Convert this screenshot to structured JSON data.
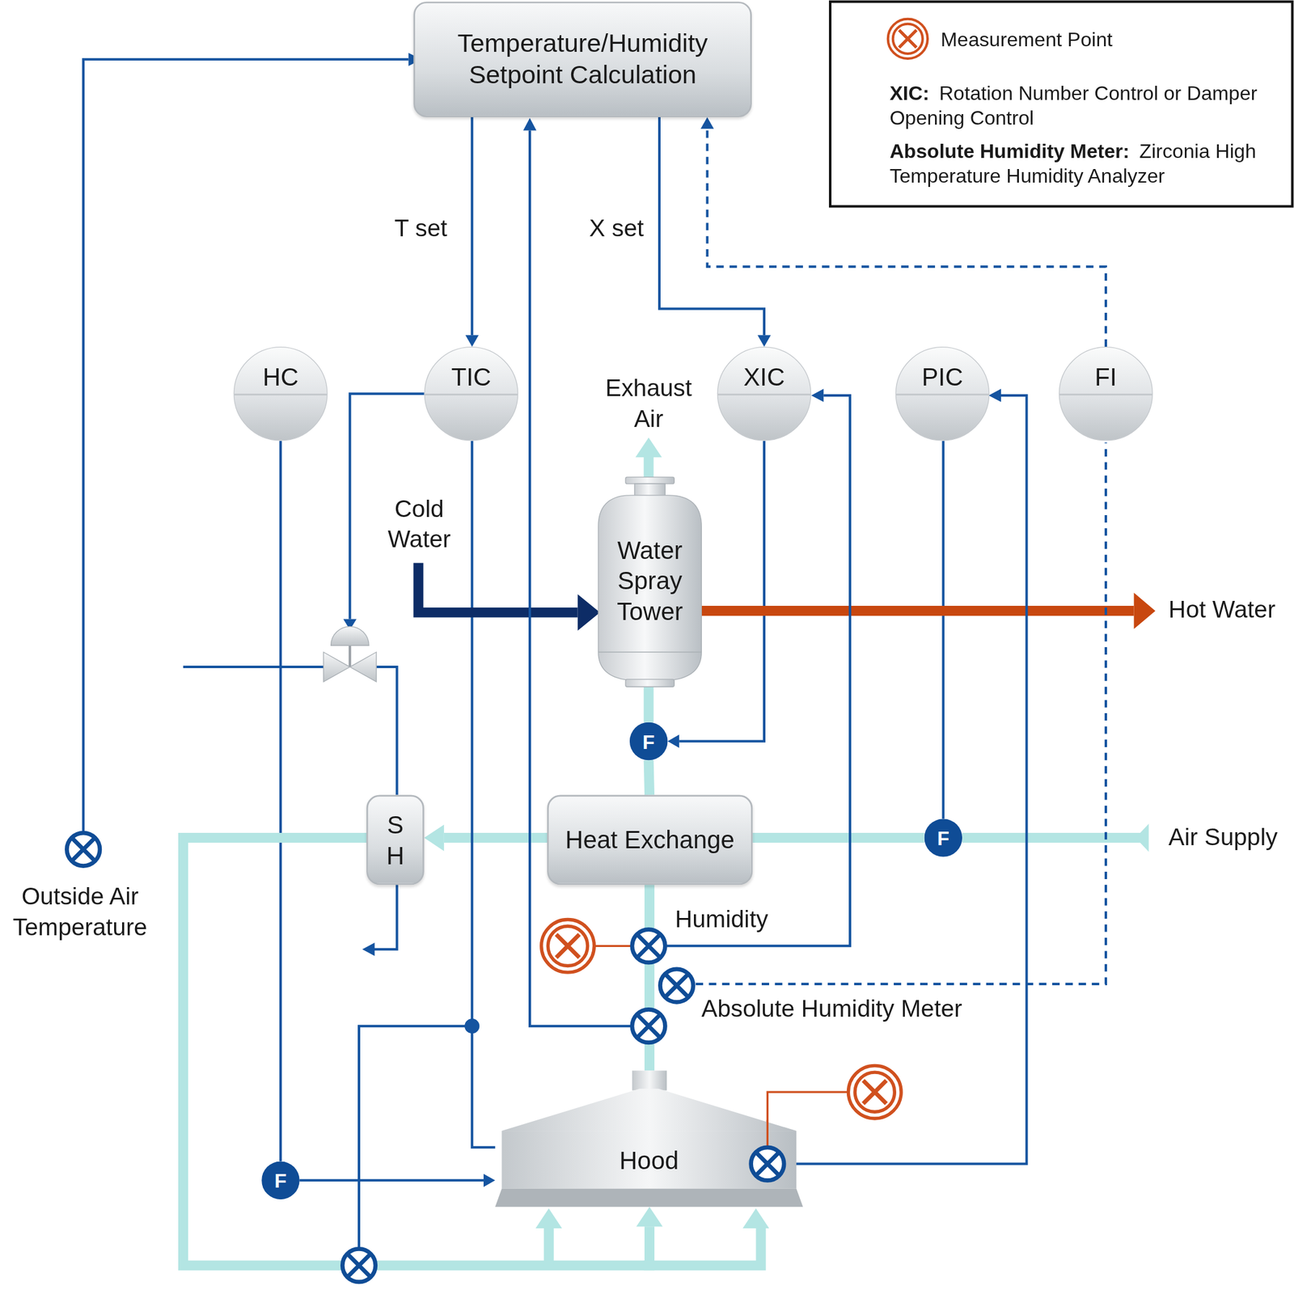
{
  "diagram": {
    "nodes": [
      {
        "text": [
          "Temperature/Humidity Setpoint Calculation"
        ]
      },
      {
        "text": [
          "HC"
        ]
      },
      {
        "text": [
          "TIC"
        ]
      },
      {
        "text": [
          "XIC"
        ]
      },
      {
        "text": [
          "PIC"
        ]
      },
      {
        "text": [
          "FI"
        ]
      },
      {
        "text": [
          "Water Spray Tower"
        ]
      },
      {
        "text": [
          "Heat Exchange"
        ]
      },
      {
        "text": [
          "S H"
        ]
      },
      {
        "text": [
          "Hood"
        ]
      },
      {
        "text": [
          "F"
        ]
      },
      {
        "text": [
          "F"
        ]
      },
      {
        "text": [
          "F"
        ]
      }
    ],
    "edges": [
      {
        "from": 0,
        "to": 2,
        "label": "T set",
        "arrow": "to"
      },
      {
        "from": 0,
        "to": 3,
        "label": "X set",
        "arrow": "to"
      },
      {
        "from": 5,
        "to": 0,
        "arrow": "to"
      },
      {
        "from": 3,
        "to": 11,
        "arrow": "to"
      },
      {
        "from": 4,
        "to": 12,
        "arrow": "none"
      },
      {
        "from": 1,
        "to": 10,
        "arrow": "none"
      },
      {
        "from": 10,
        "to": 9,
        "arrow": "to"
      },
      {
        "from": 7,
        "to": 8,
        "arrow": "to"
      },
      {
        "from": 8,
        "to": 9,
        "arrow": "to"
      },
      {
        "from": 9,
        "to": 7,
        "arrow": "none"
      },
      {
        "from": 7,
        "to": 11,
        "arrow": "none"
      },
      {
        "from": 11,
        "to": 6,
        "arrow": "none"
      },
      {
        "from": 12,
        "to": 7,
        "arrow": "none"
      },
      {
        "from": 9,
        "to": 2,
        "arrow": "none"
      }
    ],
    "labels": [
      "Exhaust Air",
      "Cold Water",
      "Hot Water",
      "Air Supply",
      "Humidity",
      "Absolute Humidity Meter",
      "Outside Air Temperature",
      "XIC:",
      "Rotation Number Control or Damper Opening Control",
      "Absolute Humidity Meter:",
      "Zirconia High Temperature Humidity Analyzer"
    ],
    "legend": [
      {
        "text": "Measurement Point"
      }
    ]
  }
}
